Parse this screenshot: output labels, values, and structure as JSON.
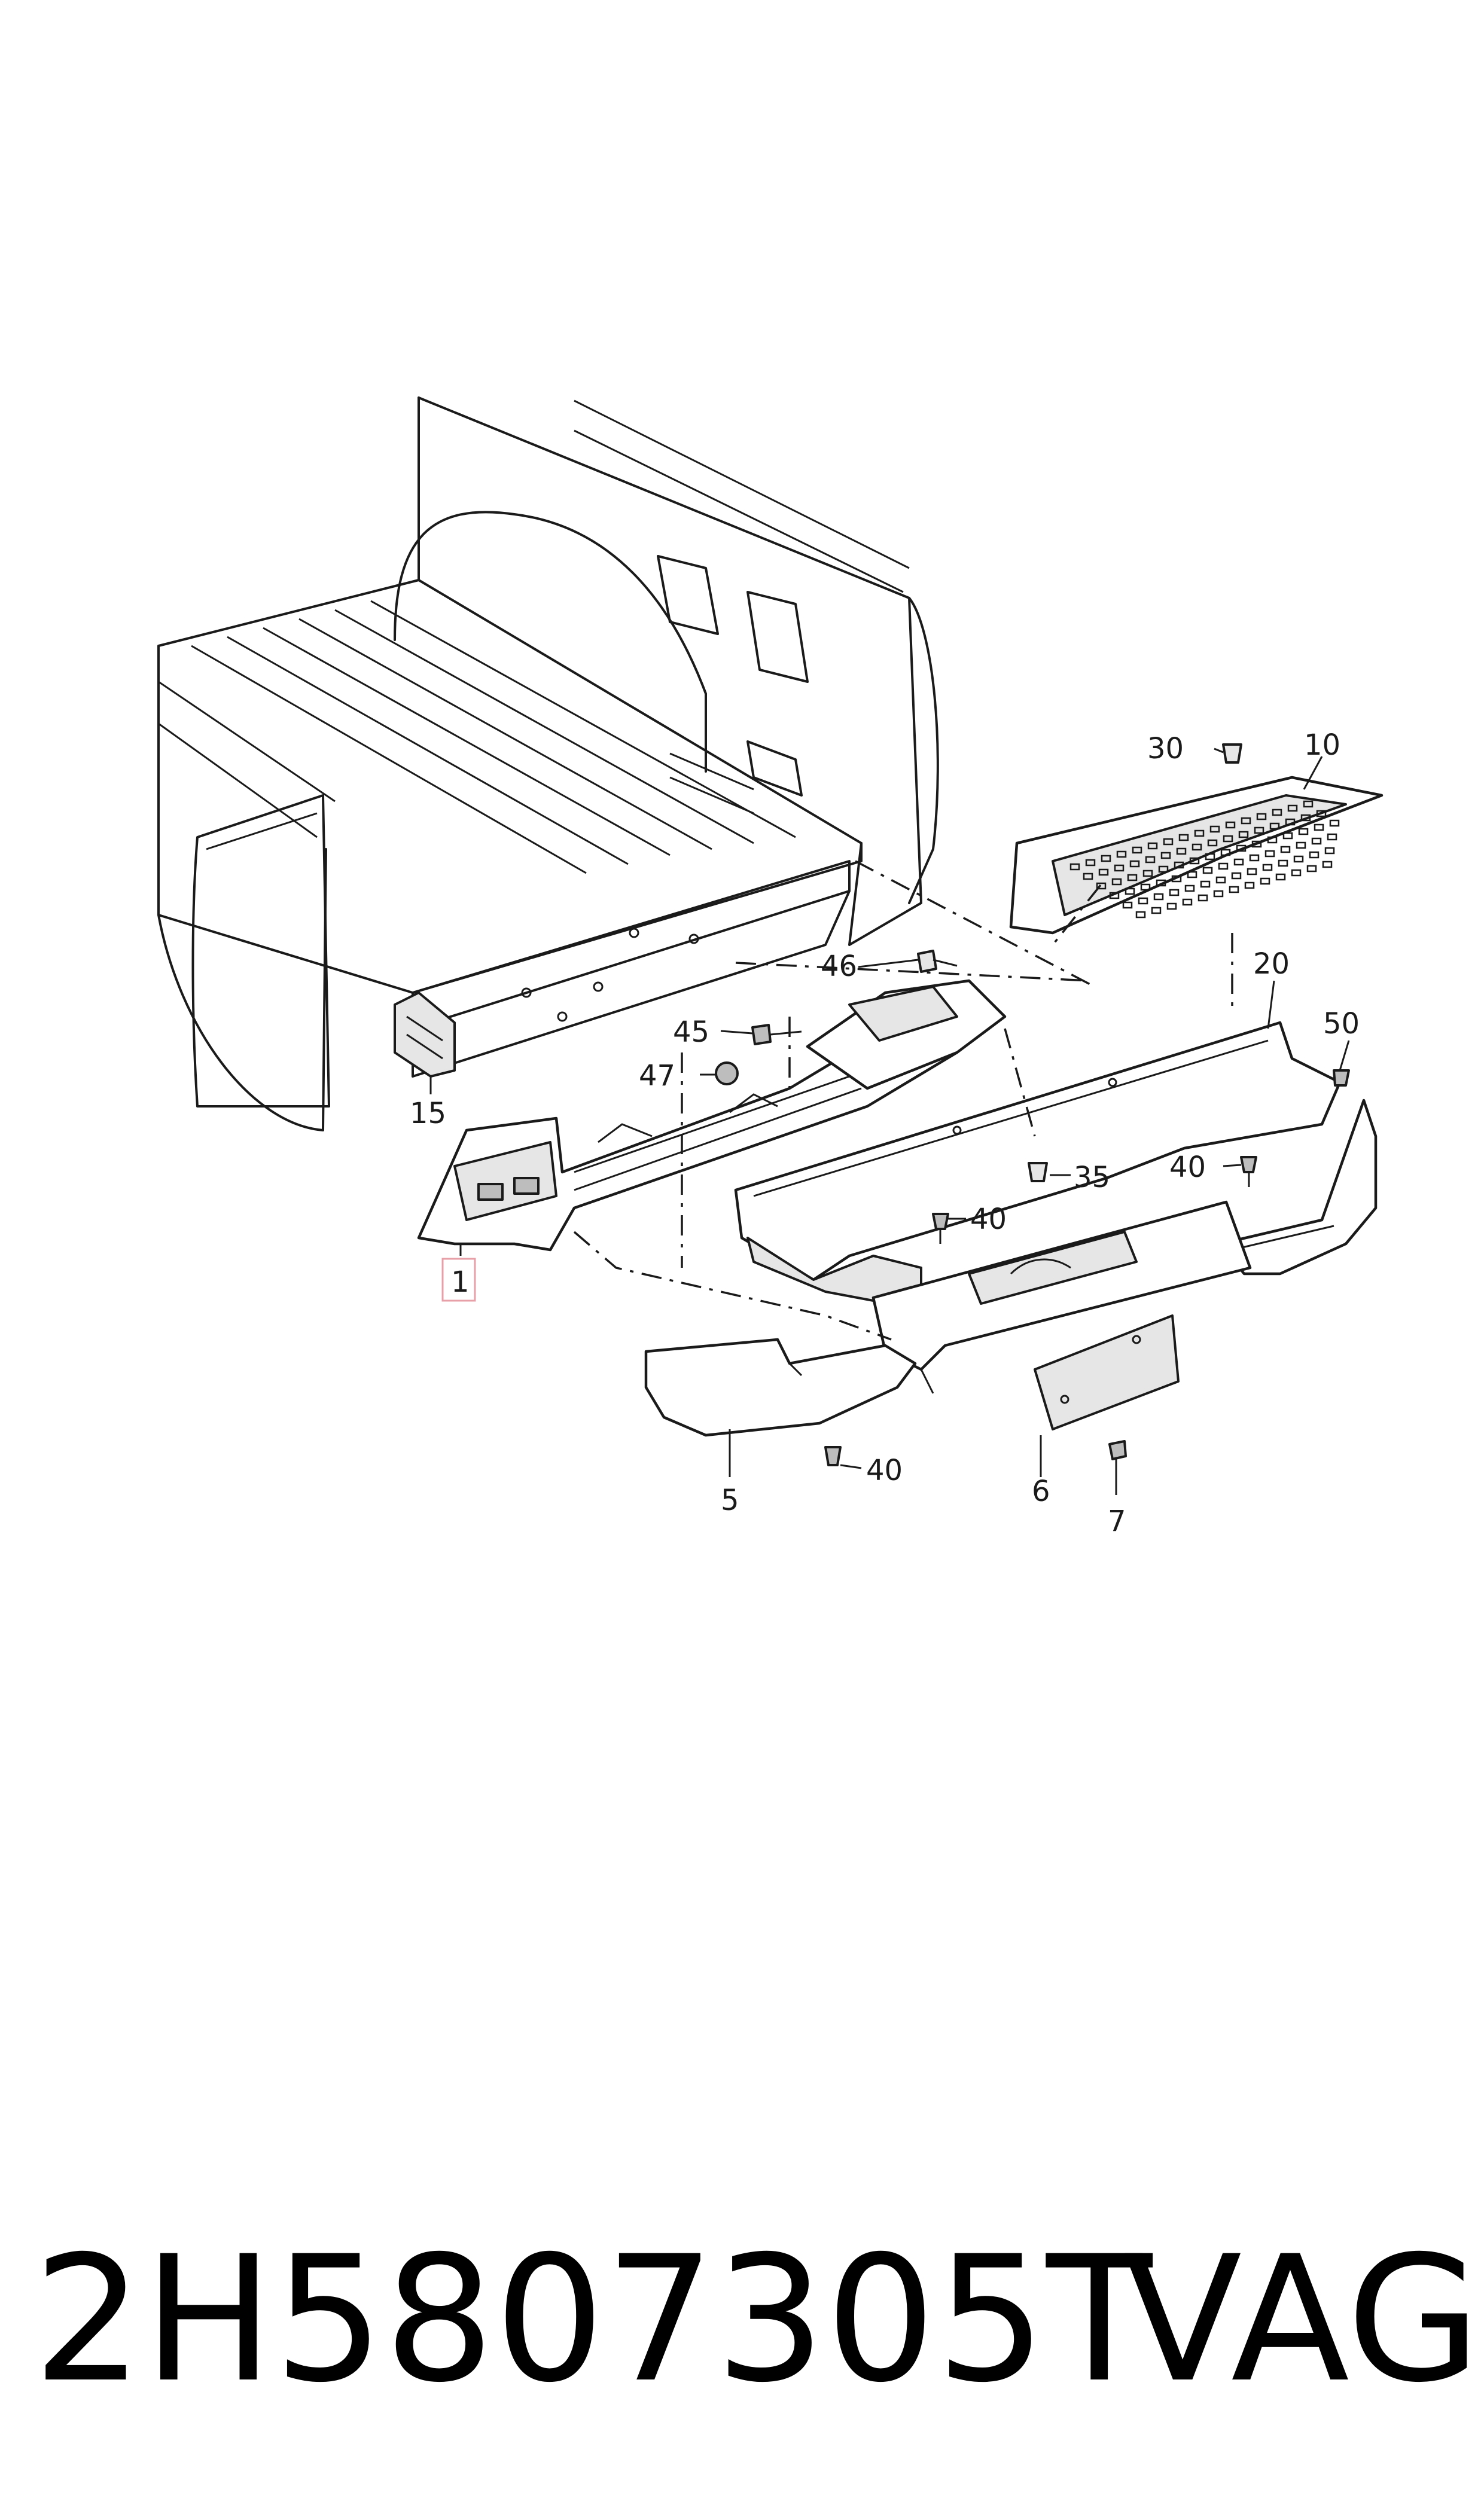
{
  "diagram": {
    "callouts": [
      {
        "id": "c1",
        "label": "1",
        "highlighted": true
      },
      {
        "id": "c5",
        "label": "5"
      },
      {
        "id": "c6",
        "label": "6"
      },
      {
        "id": "c7",
        "label": "7"
      },
      {
        "id": "c10",
        "label": "10"
      },
      {
        "id": "c15",
        "label": "15"
      },
      {
        "id": "c20",
        "label": "20"
      },
      {
        "id": "c30",
        "label": "30"
      },
      {
        "id": "c35",
        "label": "35"
      },
      {
        "id": "c40a",
        "label": "40"
      },
      {
        "id": "c40b",
        "label": "40"
      },
      {
        "id": "c40c",
        "label": "40"
      },
      {
        "id": "c45",
        "label": "45"
      },
      {
        "id": "c46",
        "label": "46"
      },
      {
        "id": "c47",
        "label": "47"
      },
      {
        "id": "c50",
        "label": "50"
      }
    ],
    "highlight_color": "#e8a0a8"
  },
  "footer": {
    "part_number": "2H5807305T",
    "brand": "VAG"
  }
}
